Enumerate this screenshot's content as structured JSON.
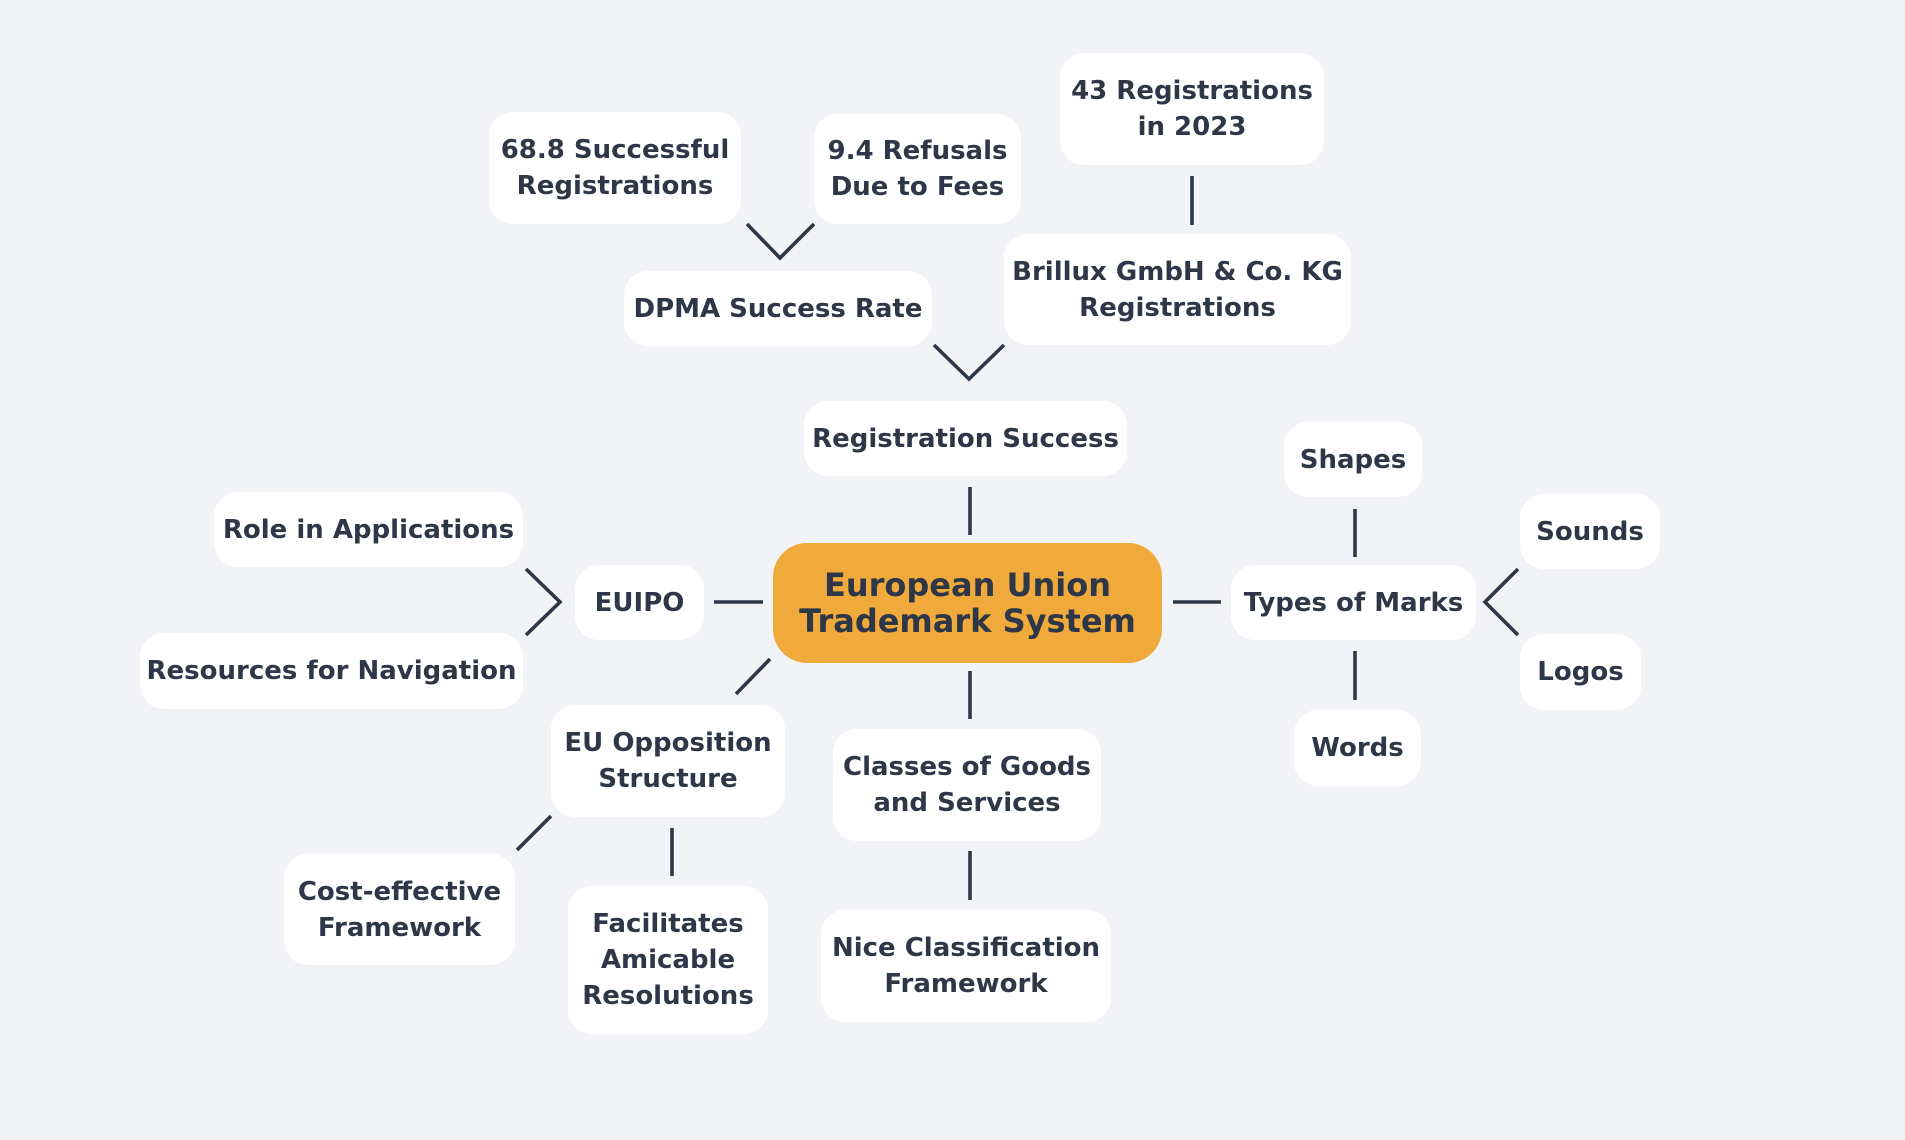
{
  "colors": {
    "background": "#f2f3f7",
    "node_fill": "#ffffff",
    "center_fill": "#f0a93b",
    "text": "#2e3748",
    "edge": "#2e3748"
  },
  "mindmap": {
    "center": "European Union\nTrademark System",
    "registration_success": "Registration Success",
    "dpma_success_rate": "DPMA Success Rate",
    "successful_registrations": "68.8 Successful\nRegistrations",
    "refusals_due_to_fees": "9.4 Refusals\nDue to Fees",
    "brillux_registrations": "Brillux GmbH & Co. KG\nRegistrations",
    "registrations_2023": "43 Registrations\nin 2023",
    "euipo": "EUIPO",
    "role_in_applications": "Role in Applications",
    "resources_for_navigation": "Resources for Navigation",
    "types_of_marks": "Types of Marks",
    "shapes": "Shapes",
    "sounds": "Sounds",
    "logos": "Logos",
    "words": "Words",
    "eu_opposition_structure": "EU Opposition\nStructure",
    "cost_effective_framework": "Cost-effective\nFramework",
    "facilitates_amicable_resolutions": "Facilitates\nAmicable\nResolutions",
    "classes_of_goods_and_services": "Classes of Goods\nand Services",
    "nice_classification_framework": "Nice Classification\nFramework"
  }
}
